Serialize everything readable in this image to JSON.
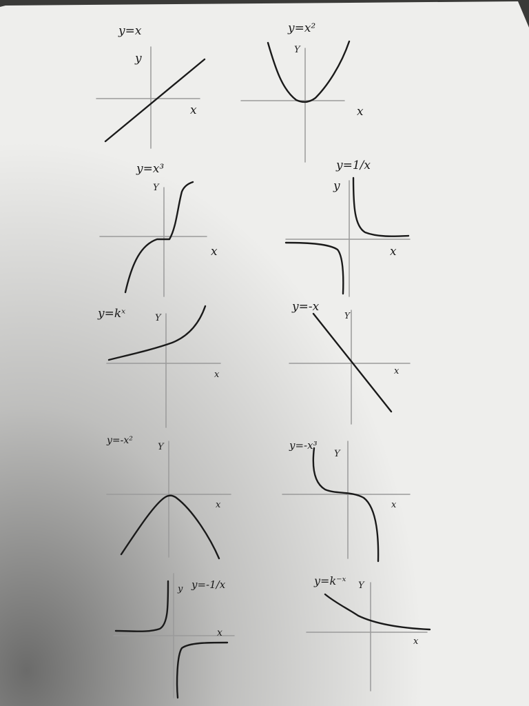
{
  "graphs": [
    {
      "id": "linear",
      "equation": "y=x",
      "y_axis_label": "y",
      "x_axis_label": "x"
    },
    {
      "id": "square",
      "equation": "y=x²",
      "y_axis_label": "Y",
      "x_axis_label": "x"
    },
    {
      "id": "cube",
      "equation": "y=x³",
      "y_axis_label": "Y",
      "x_axis_label": "x"
    },
    {
      "id": "reciprocal",
      "equation": "y=1/x",
      "y_axis_label": "y",
      "x_axis_label": "x"
    },
    {
      "id": "exponential",
      "equation": "y=kˣ",
      "y_axis_label": "Y",
      "x_axis_label": "x"
    },
    {
      "id": "negative-linear",
      "equation": "y=-x",
      "y_axis_label": "Y",
      "x_axis_label": "x"
    },
    {
      "id": "negative-square",
      "equation": "y=-x²",
      "y_axis_label": "Y",
      "x_axis_label": "x"
    },
    {
      "id": "negative-cube",
      "equation": "y=-x³",
      "y_axis_label": "Y",
      "x_axis_label": "x"
    },
    {
      "id": "negative-reciprocal",
      "equation": "y=-1/x",
      "y_axis_label": "y",
      "x_axis_label": "x"
    },
    {
      "id": "exponential-decay",
      "equation": "y=k⁻ˣ",
      "y_axis_label": "Y",
      "x_axis_label": "x"
    }
  ],
  "colors": {
    "paper": "#eeeeec",
    "ink": "#1a1a1a",
    "axis": "#9a9a9a"
  }
}
